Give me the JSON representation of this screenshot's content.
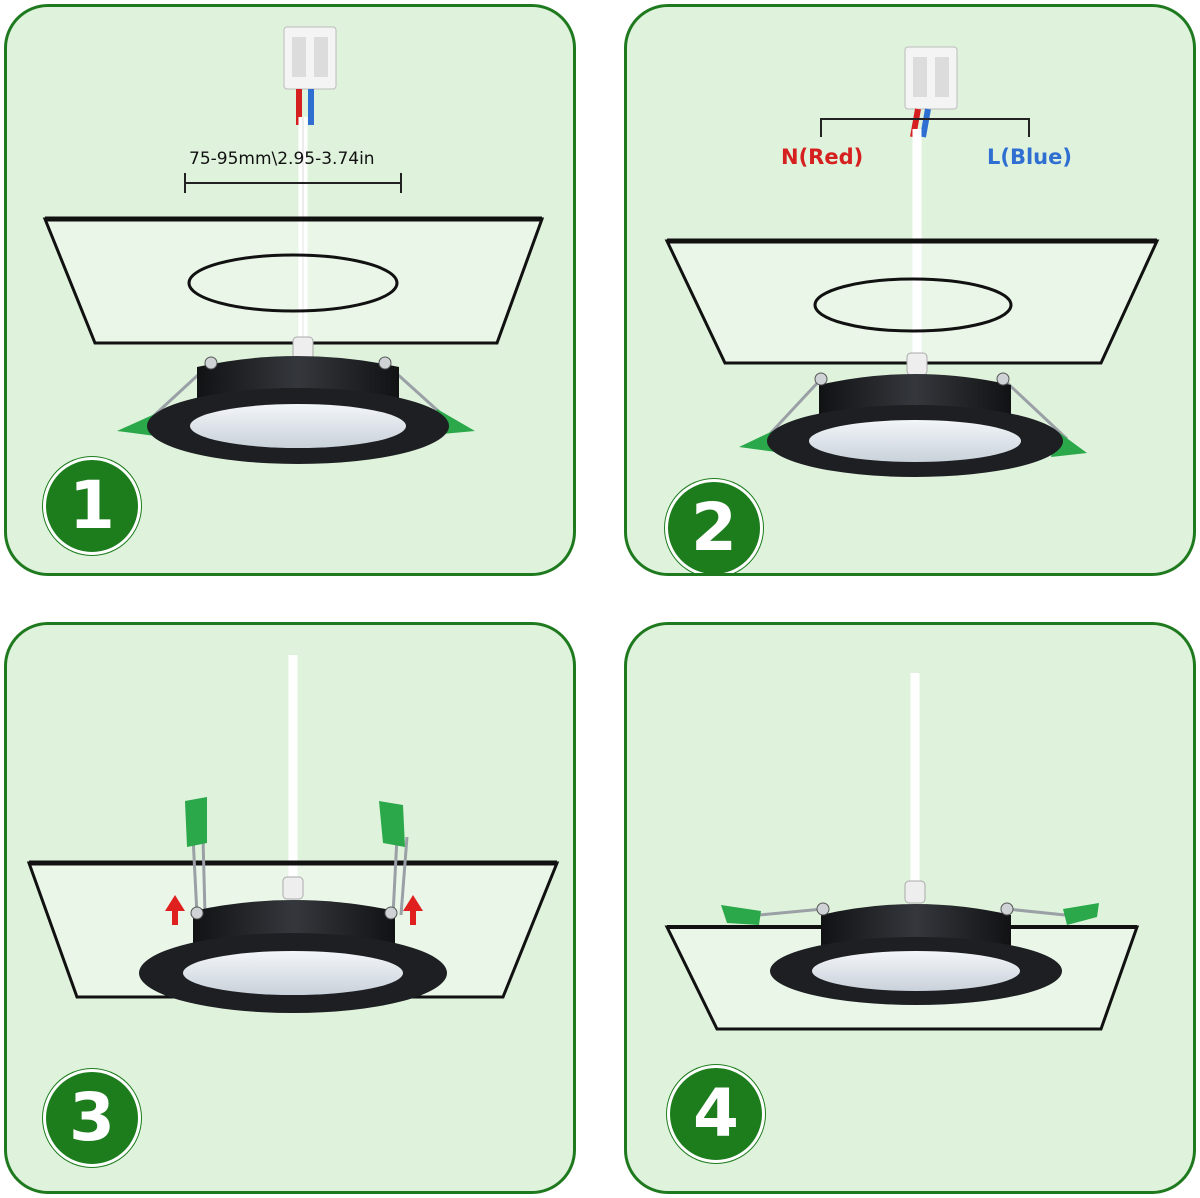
{
  "steps": [
    {
      "number": "1",
      "dimension": "75-95mm\\2.95-3.74in"
    },
    {
      "number": "2",
      "neutral": "N(Red)",
      "live": "L(Blue)"
    },
    {
      "number": "3"
    },
    {
      "number": "4"
    }
  ],
  "colors": {
    "panel_bg": "#dff3dc",
    "panel_border": "#1f7a1f",
    "badge": "#1d7d1d",
    "neutral_wire": "#d62020",
    "live_wire": "#2f6fd1",
    "clip": "#2aa84a",
    "arrow": "#e0201f",
    "lamp_body": "#1d1f22",
    "lamp_lens": "#e7ecf1"
  }
}
